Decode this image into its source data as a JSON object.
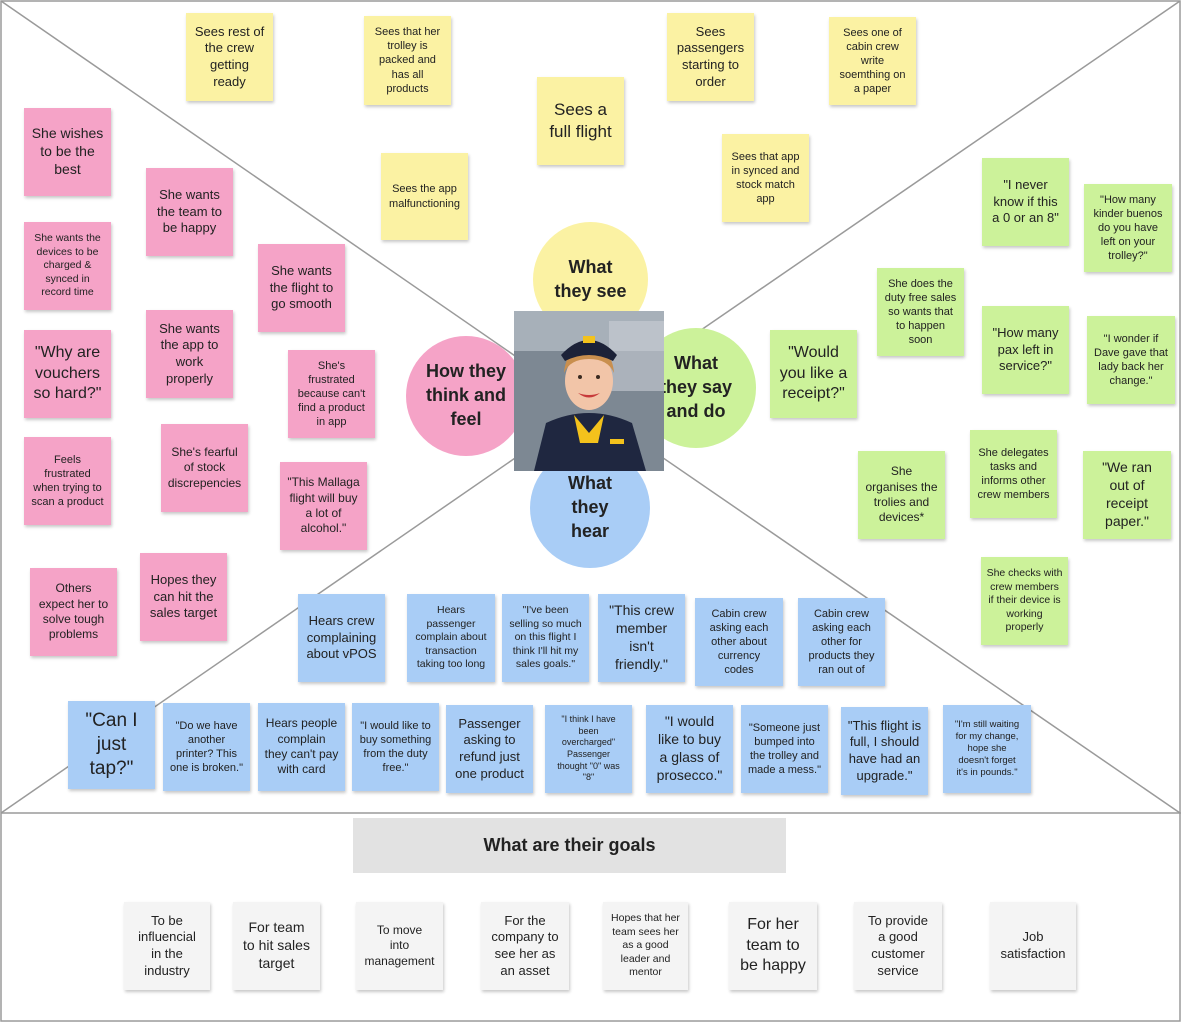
{
  "center": {
    "see": "What\nthey see",
    "think": "How they\nthink and\nfeel",
    "say": "What\nthey say\nand do",
    "hear": "What\nthey\nhear"
  },
  "goals_title": "What are their goals",
  "colors": {
    "see": "#fbf2a3",
    "think": "#f5a3c7",
    "say": "#ccf29a",
    "hear": "#a9cdf6",
    "goal": "#f4f4f4",
    "banner": "#e2e2e2"
  },
  "see_notes": [
    "Sees rest of\nthe crew\ngetting\nready",
    "Sees that her\ntrolley is\npacked and\nhas all\nproducts",
    "Sees\npassengers\nstarting to\norder",
    "Sees one of\ncabin crew\nwrite\nsoemthing on\na paper",
    "Sees a\nfull flight",
    "Sees the app\nmalfunctioning",
    "Sees that app\nin synced and\nstock match\napp"
  ],
  "think_notes": [
    "She wishes\nto be the\nbest",
    "She wants\nthe team to\nbe happy",
    "She wants the\ndevices to be\ncharged &\nsynced in\nrecord time",
    "She wants\nthe flight to\ngo smooth",
    "She wants\nthe app to\nwork\nproperly",
    "\"Why are\nvouchers\nso hard?\"",
    "She's\nfrustrated\nbecause can't\nfind a product\nin app",
    "She's fearful\nof stock\ndiscrepencies",
    "Feels\nfrustrated\nwhen trying to\nscan a product",
    "\"This Mallaga\nflight will buy\na lot of\nalcohol.\"",
    "Hopes they\ncan hit the\nsales target",
    "Others\nexpect her to\nsolve tough\nproblems"
  ],
  "say_notes": [
    "\"I never\nknow if this\na 0 or an 8\"",
    "\"How many\nkinder buenos\ndo you have\nleft on your\ntrolley?\"",
    "She does the\nduty free sales\nso wants that\nto happen\nsoon",
    "\"Would\nyou like a\nreceipt?\"",
    "\"How many\npax left in\nservice?\"",
    "\"I wonder if\nDave gave that\nlady back her\nchange.\"",
    "She\norganises the\ntrolies and\ndevices*",
    "She delegates\ntasks and\ninforms other\ncrew members",
    "\"We ran\nout of\nreceipt\npaper.\"",
    "She checks with\ncrew members\nif their device is\nworking\nproperly"
  ],
  "hear_notes": [
    "Hears crew\ncomplaining\nabout vPOS",
    "Hears\npassenger\ncomplain about\ntransaction\ntaking too long",
    "\"I've been\nselling so much\non this flight I\nthink I'll hit my\nsales goals.\"",
    "\"This crew\nmember\nisn't\nfriendly.\"",
    "Cabin crew\nasking each\nother about\ncurrency\ncodes",
    "Cabin crew\nasking each\nother for\nproducts they\nran out of",
    "\"Can I\njust\ntap?\"",
    "\"Do we have\nanother\nprinter? This\none is broken.\"",
    "Hears people\ncomplain\nthey can't pay\nwith card",
    "\"I would like to\nbuy something\nfrom the duty\nfree.\"",
    "Passenger\nasking to\nrefund just\none product",
    "\"I think I have\nbeen\novercharged\"\nPassenger\nthought \"0\" was\n\"8\"",
    "\"I would\nlike to buy\na glass of\nprosecco.\"",
    "\"Someone just\nbumped into\nthe trolley and\nmade a mess.\"",
    "\"This flight is\nfull, I should\nhave had an\nupgrade.\"",
    "\"I'm still waiting\nfor my change,\nhope she\ndoesn't forget\nit's in pounds.\""
  ],
  "goal_notes": [
    "To be\ninfluencial\nin the\nindustry",
    "For team\nto hit sales\ntarget",
    "To move\ninto\nmanagement",
    "For the\ncompany to\nsee her as\nan asset",
    "Hopes that her\nteam sees her\nas a good\nleader and\nmentor",
    "For her\nteam to\nbe happy",
    "To provide\na good\ncustomer\nservice",
    "Job\nsatisfaction"
  ]
}
